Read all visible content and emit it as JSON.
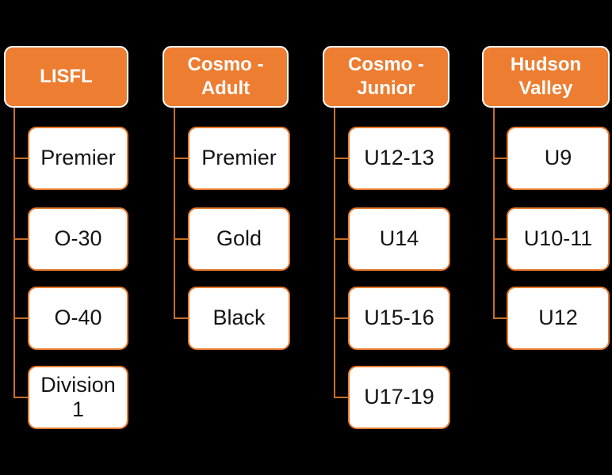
{
  "background": "#000000",
  "theme": {
    "background": "#000000",
    "header_fill": "#ED7D31",
    "header_border": "#FFFFFF",
    "header_text_color": "#FFFFFF",
    "child_fill": "#FFFFFF",
    "child_border": "#E87B2E",
    "child_text_color": "#141414",
    "connector_color": "#C86F26"
  },
  "diagram": {
    "type": "hierarchy-list",
    "columns": [
      {
        "header": "LISFL",
        "children": [
          "Premier",
          "O-30",
          "O-40",
          "Division 1"
        ]
      },
      {
        "header": "Cosmo - Adult",
        "children": [
          "Premier",
          "Gold",
          "Black"
        ]
      },
      {
        "header": "Cosmo - Junior",
        "children": [
          "U12-13",
          "U14",
          "U15-16",
          "U17-19"
        ]
      },
      {
        "header": "Hudson Valley",
        "children": [
          "U9",
          "U10-11",
          "U12"
        ]
      }
    ]
  }
}
